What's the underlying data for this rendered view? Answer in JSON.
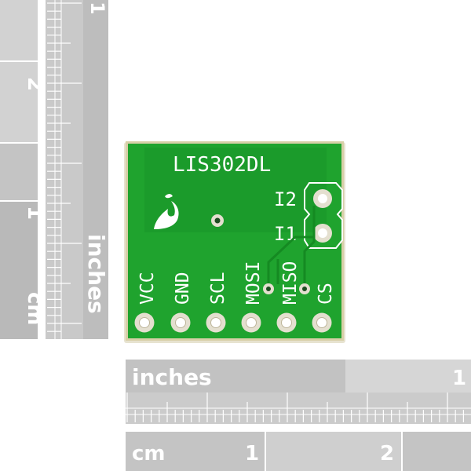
{
  "board": {
    "chip_label": "LIS302DL",
    "pins": [
      "VCC",
      "GND",
      "SCL",
      "MOSI",
      "MISO",
      "CS"
    ],
    "interrupt_pins": [
      "I2",
      "I1"
    ]
  },
  "rulers": {
    "vertical_cm": {
      "unit": "cm",
      "numbers": [
        "2",
        "1"
      ]
    },
    "vertical_inches": {
      "unit": "inches",
      "number": "1"
    },
    "horizontal_inches": {
      "unit": "inches",
      "number": "1"
    },
    "horizontal_cm": {
      "unit": "cm",
      "numbers": [
        "1",
        "2"
      ]
    }
  },
  "colors": {
    "pcb_green": "#1fa32e",
    "pcb_dark": "#158a22",
    "pcb_edge": "#d8cfa8",
    "ruler_gray": "#c7c7c7",
    "ruler_dark": "#b3b3b3",
    "silkscreen": "#ffffff",
    "pad_gold": "#e4dfcf"
  },
  "icons": {
    "logo": "flame-logo-icon"
  }
}
